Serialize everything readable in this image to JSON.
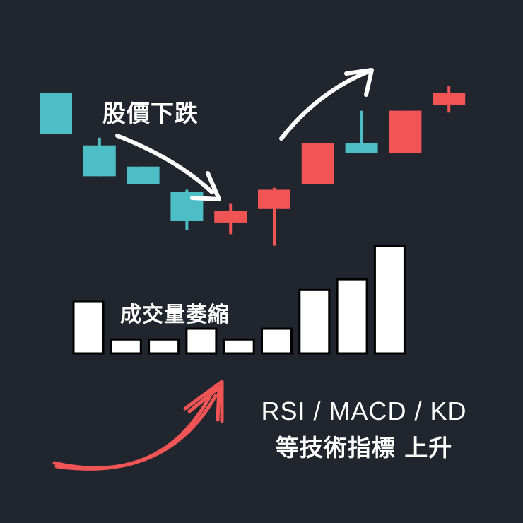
{
  "colors": {
    "background": "#20252e",
    "down_candle": "#4dbdc6",
    "up_candle": "#f05454",
    "volume_bar": "#ffffff",
    "text": "#ffffff",
    "arrow_white": "#ffffff",
    "arrow_red": "#f05454"
  },
  "labels": {
    "price_down": "股價下跌",
    "volume_shrink": "成交量萎縮",
    "indicators_line1": "RSI / MACD / KD",
    "indicators_line2": "等技術指標 上升"
  },
  "chart_data": {
    "type": "candlestick",
    "title": "",
    "xlabel": "",
    "ylabel": "",
    "grid": false,
    "legend": "none",
    "candles": [
      {
        "index": 1,
        "direction": "down",
        "open": 100,
        "close": 79,
        "high": 100,
        "low": 79
      },
      {
        "index": 2,
        "direction": "down",
        "open": 73,
        "close": 57,
        "high": 77,
        "low": 57
      },
      {
        "index": 3,
        "direction": "down",
        "open": 62,
        "close": 53,
        "high": 62,
        "low": 53
      },
      {
        "index": 4,
        "direction": "down",
        "open": 49,
        "close": 34,
        "high": 50,
        "low": 29
      },
      {
        "index": 5,
        "direction": "up",
        "open": 33,
        "close": 39,
        "high": 43,
        "low": 27
      },
      {
        "index": 6,
        "direction": "up",
        "open": 40,
        "close": 50,
        "high": 51,
        "low": 21
      },
      {
        "index": 7,
        "direction": "up",
        "open": 53,
        "close": 74,
        "high": 74,
        "low": 53
      },
      {
        "index": 8,
        "direction": "down",
        "open": 74,
        "close": 69,
        "high": 91,
        "low": 69
      },
      {
        "index": 9,
        "direction": "up",
        "open": 69,
        "close": 91,
        "high": 91,
        "low": 69
      },
      {
        "index": 10,
        "direction": "up",
        "open": 94,
        "close": 100,
        "high": 104,
        "low": 90
      }
    ],
    "volume": [
      {
        "index": 1,
        "value": 48
      },
      {
        "index": 2,
        "value": 13
      },
      {
        "index": 3,
        "value": 13
      },
      {
        "index": 4,
        "value": 23
      },
      {
        "index": 5,
        "value": 13
      },
      {
        "index": 6,
        "value": 23
      },
      {
        "index": 7,
        "value": 59
      },
      {
        "index": 8,
        "value": 69
      },
      {
        "index": 9,
        "value": 100
      }
    ]
  }
}
